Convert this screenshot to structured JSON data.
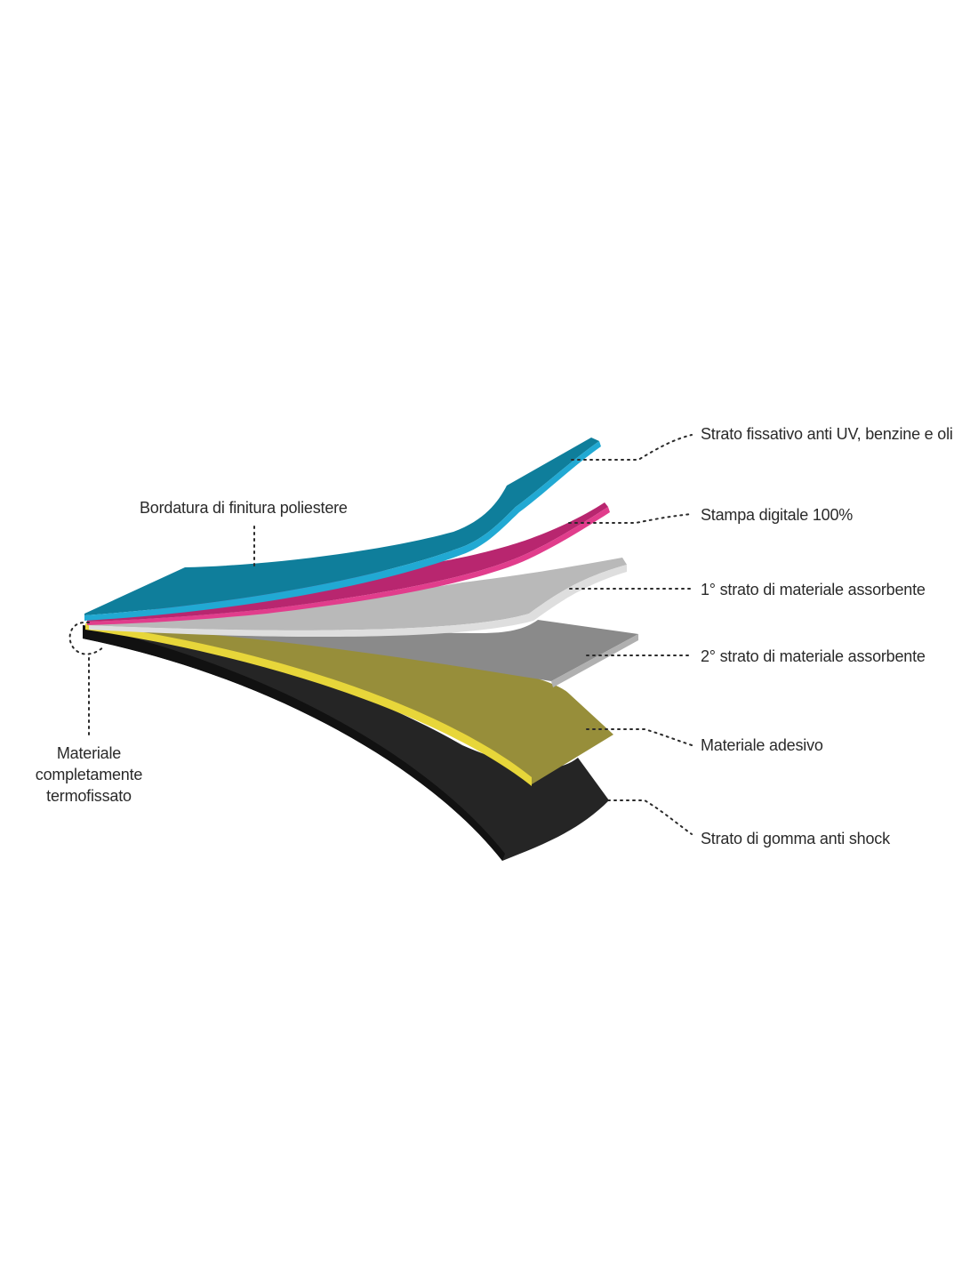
{
  "colors": {
    "background": "#ffffff",
    "text": "#2a2a2a",
    "cyan_top": "#0f7e9b",
    "cyan_edge": "#21a9d3",
    "magenta_top": "#b8266f",
    "magenta_edge": "#e13d8c",
    "light_grey_top": "#b9b9b9",
    "light_grey_edge": "#dedede",
    "grey_top": "#8a8a8a",
    "grey_edge": "#b0b0b0",
    "olive_top": "#978e3a",
    "yellow_edge": "#e7d63a",
    "black_top": "#252525",
    "black_edge": "#111111"
  },
  "labels": {
    "bordatura": "Bordatura di finitura poliestere",
    "materiale_line1": "Materiale",
    "materiale_line2": "completamente",
    "materiale_line3": "termofissato",
    "strato_fissativo": "Strato fissativo anti UV, benzine e oli",
    "stampa_digitale": "Stampa digitale 100%",
    "strato_1": "1° strato di materiale assorbente",
    "strato_2": "2° strato di materiale assorbente",
    "adesivo": "Materiale adesivo",
    "gomma": "Strato di gomma anti shock"
  }
}
